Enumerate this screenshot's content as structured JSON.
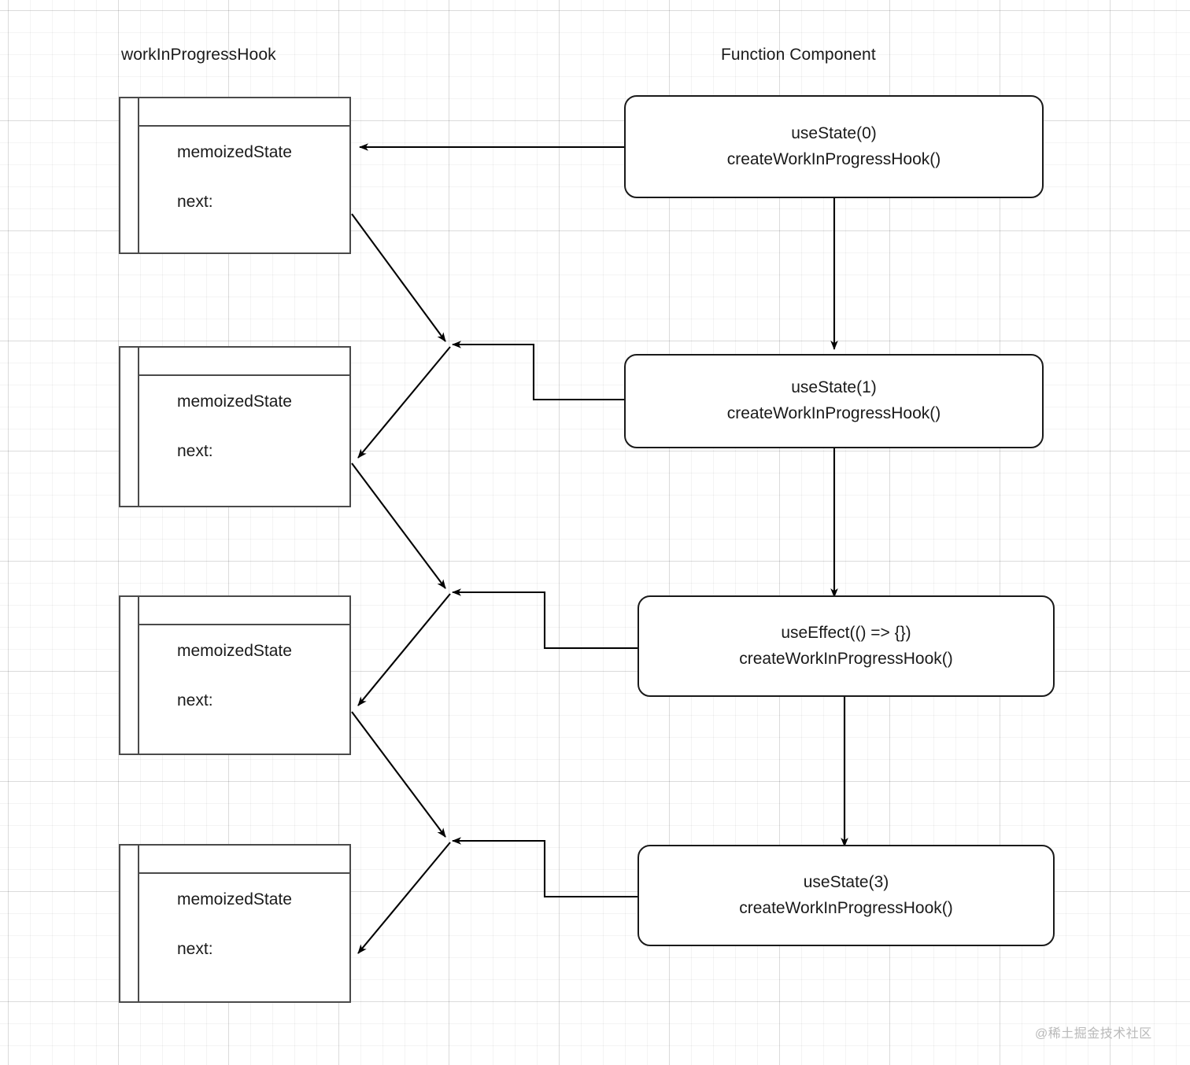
{
  "diagram": {
    "title_left": "workInProgressHook",
    "title_right": "Function Component",
    "watermark": "@稀土掘金技术社区",
    "colors": {
      "hook_border": "#4a4a4a",
      "component_border": "#1a1a1a",
      "text": "#1a1a1a",
      "grid_minor": "#f2f2f2",
      "grid_major": "#e6e6e6",
      "arrow": "#000000",
      "watermark": "#b9b9b9"
    },
    "hooks": [
      {
        "field_state": "memoizedState",
        "field_next": "next:"
      },
      {
        "field_state": "memoizedState",
        "field_next": "next:"
      },
      {
        "field_state": "memoizedState",
        "field_next": "next:"
      },
      {
        "field_state": "memoizedState",
        "field_next": "next:"
      }
    ],
    "components": [
      {
        "line1": "useState(0)",
        "line2": "createWorkInProgressHook()"
      },
      {
        "line1": "useState(1)",
        "line2": "createWorkInProgressHook()"
      },
      {
        "line1": "useEffect(() => {})",
        "line2": "createWorkInProgressHook()"
      },
      {
        "line1": "useState(3)",
        "line2": "createWorkInProgressHook()"
      }
    ]
  }
}
